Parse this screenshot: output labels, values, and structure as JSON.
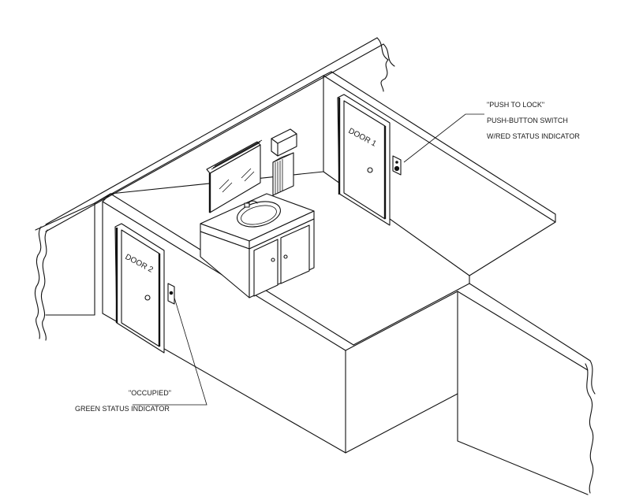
{
  "doors": {
    "door1": "DOOR 1",
    "door2": "DOOR 2"
  },
  "callouts": {
    "lock_switch": {
      "line1": "\"PUSH TO LOCK\"",
      "line2": "PUSH-BUTTON SWITCH",
      "line3": "W/RED STATUS INDICATOR"
    },
    "occupied_indicator": {
      "line1": "\"OCCUPIED\"",
      "line2": "GREEN STATUS INDICATOR"
    }
  }
}
